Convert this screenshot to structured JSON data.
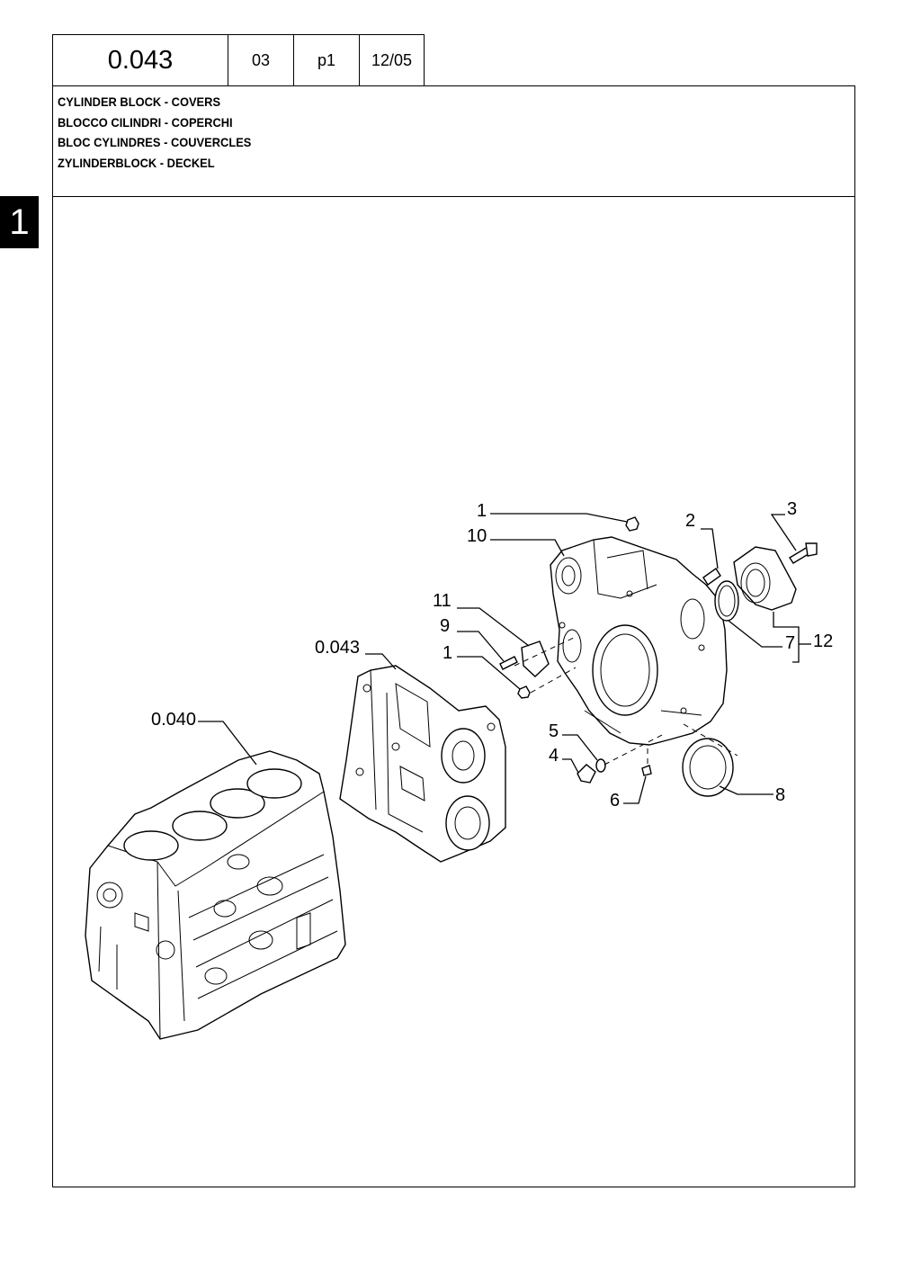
{
  "header": {
    "code": "0.043",
    "cell_a": "03",
    "cell_b": "p1",
    "cell_c": "12/05"
  },
  "title_lines": [
    "CYLINDER BLOCK - COVERS",
    "BLOCCO CILINDRI - COPERCHI",
    "BLOC CYLINDRES - COUVERCLES",
    "ZYLINDERBLOCK - DECKEL"
  ],
  "section_tab": "1",
  "callouts": {
    "c1a": "1",
    "c10": "10",
    "c2": "2",
    "c3": "3",
    "c11": "11",
    "c9": "9",
    "c1b": "1",
    "c7": "7",
    "c12": "12",
    "c0043": "0.043",
    "c0040": "0.040",
    "c5": "5",
    "c4": "4",
    "c6": "6",
    "c8": "8"
  }
}
